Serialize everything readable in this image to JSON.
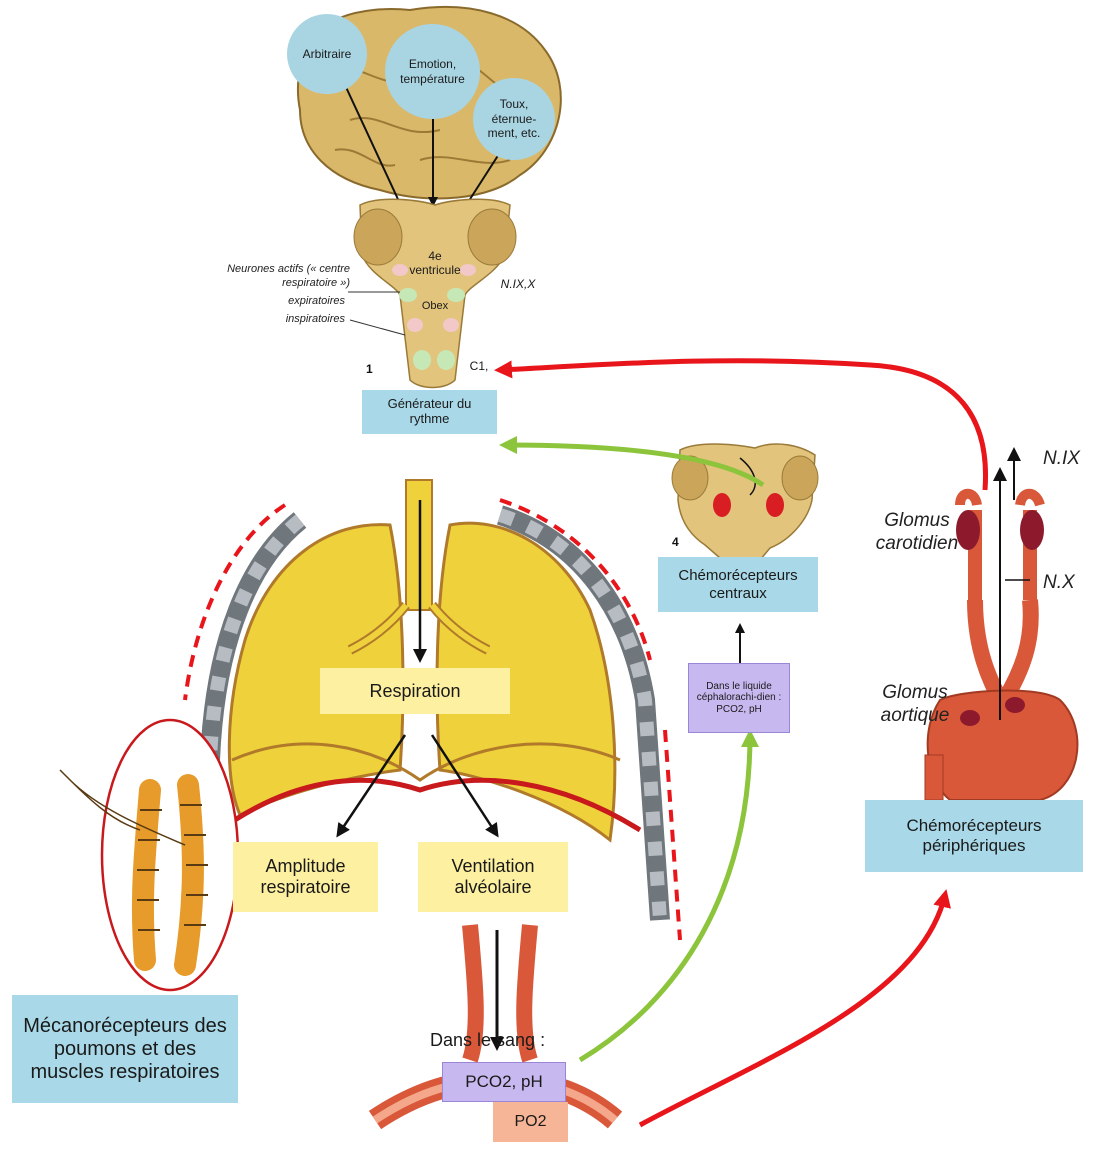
{
  "brain_inputs": {
    "voluntary": "Arbitraire",
    "emotion": "Emotion, température",
    "reflex": "Toux, éternue-ment, etc."
  },
  "brainstem": {
    "ventricle": "4e ventricule",
    "obex": "Obex",
    "c1": "C1,",
    "nerves": "N.IX,X",
    "number": "1",
    "neurons_title": "Neurones actifs (« centre respiratoire »)",
    "expiratory": "expiratoires",
    "inspiratory": "inspiratoires"
  },
  "boxes": {
    "rhythm_generator": "Générateur du rythme",
    "respiration": "Respiration",
    "amplitude": "Amplitude respiratoire",
    "ventilation": "Ventilation alvéolaire",
    "mechanoreceptors": "Mécanorécepteurs des poumons et des muscles respiratoires",
    "central_chemo": "Chémorécepteurs centraux",
    "central_number": "4",
    "csf": "Dans le liquide céphalorachi-dien : PCO2, pH",
    "peripheral_chemo": "Chémorécepteurs périphériques",
    "blood": "Dans le sang :",
    "pco2_ph": "PCO2, pH",
    "po2": "PO2"
  },
  "peripheral_labels": {
    "glomus_carotid": "Glomus carotidien",
    "glomus_aortic": "Glomus aortique",
    "nix": "N.IX",
    "nx": "N.X"
  },
  "colors": {
    "red_arrow": "#e8151b",
    "green_arrow": "#8cc43c",
    "lung": "#efd23b",
    "lung_edge": "#b07a2a",
    "rib_cage": "#9fa6ad",
    "artery": "#d9583a"
  }
}
